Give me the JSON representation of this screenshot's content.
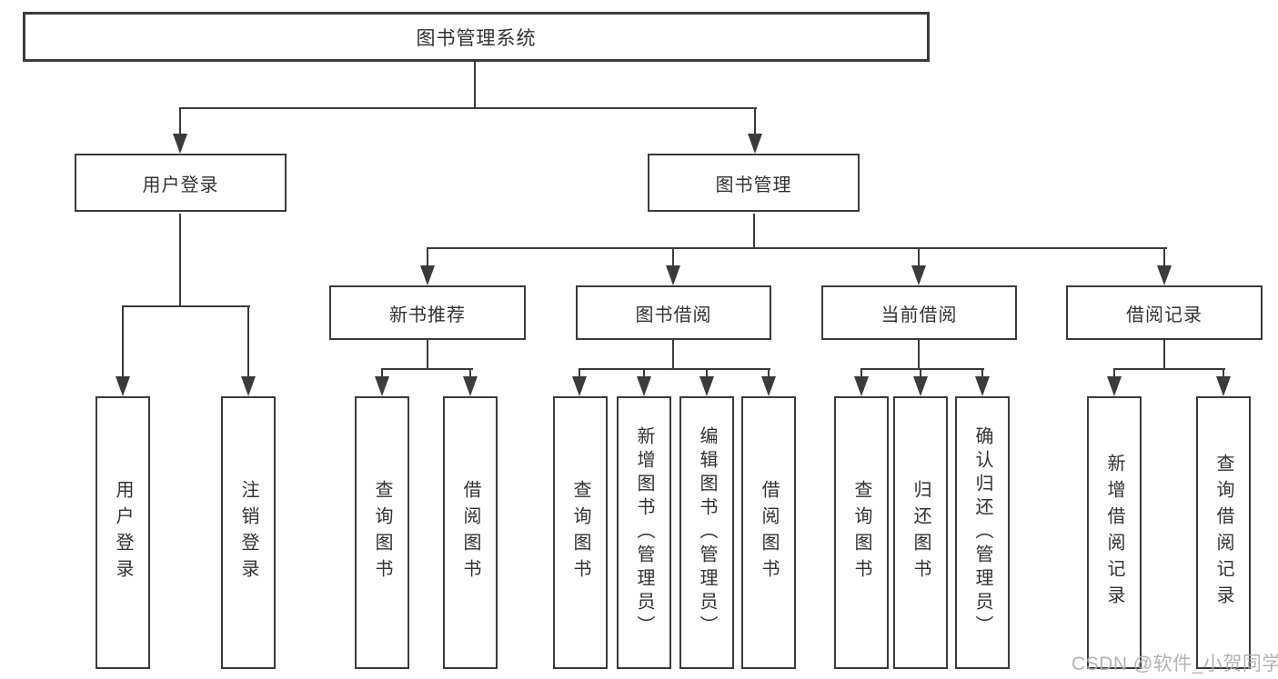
{
  "diagram_title": "图书管理系统",
  "watermark": "CSDN @软件_小贺同学",
  "colors": {
    "background": "#ffffff",
    "line": "#3b3b3b",
    "text": "#323232",
    "watermark": "#acacac"
  },
  "tree": {
    "root": {
      "label": "图书管理系统",
      "children": [
        {
          "label": "用户登录",
          "children": [
            {
              "label": "用户登录"
            },
            {
              "label": "注销登录"
            }
          ]
        },
        {
          "label": "图书管理",
          "children": [
            {
              "label": "新书推荐",
              "children": [
                {
                  "label": "查询图书"
                },
                {
                  "label": "借阅图书"
                }
              ]
            },
            {
              "label": "图书借阅",
              "children": [
                {
                  "label": "查询图书"
                },
                {
                  "label": "新增图书（管理员）"
                },
                {
                  "label": "编辑图书（管理员）"
                },
                {
                  "label": "借阅图书"
                }
              ]
            },
            {
              "label": "当前借阅",
              "children": [
                {
                  "label": "查询图书"
                },
                {
                  "label": "归还图书"
                },
                {
                  "label": "确认归还（管理员）"
                }
              ]
            },
            {
              "label": "借阅记录",
              "children": [
                {
                  "label": "新增借阅记录"
                },
                {
                  "label": "查询借阅记录"
                }
              ]
            }
          ]
        }
      ]
    }
  }
}
